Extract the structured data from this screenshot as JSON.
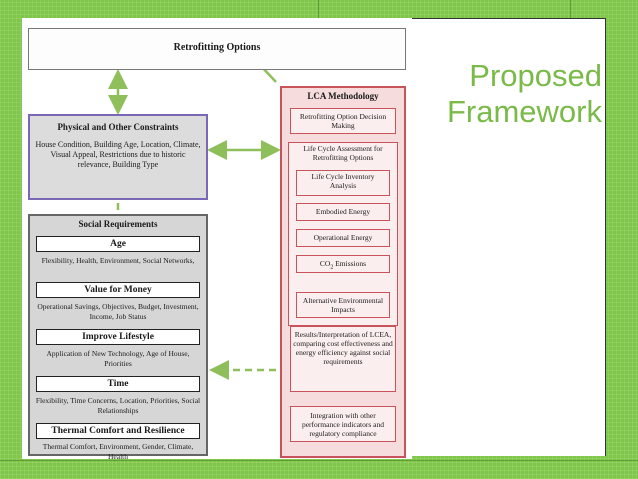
{
  "slide": {
    "title_line1": "Proposed",
    "title_line2": "Framework",
    "colors": {
      "background": "#7fc64a",
      "title": "#7aba48",
      "lca_border": "#c8535a",
      "constraints_border": "#7a68b6",
      "arrow": "#8fbf5a"
    }
  },
  "diagram": {
    "retrofitting_options": "Retrofitting Options",
    "constraints": {
      "heading": "Physical and Other Constraints",
      "body": "House Condition, Building Age, Location, Climate, Visual Appeal, Restrictions due to historic relevance, Building Type"
    },
    "social": {
      "heading": "Social Requirements",
      "items": [
        {
          "label": "Age",
          "desc": "Flexibility, Health, Environment, Social Networks,"
        },
        {
          "label": "Value for Money",
          "desc": "Operational Savings, Objectives, Budget, Investment, Income, Job Status"
        },
        {
          "label": "Improve Lifestyle",
          "desc": "Application of New Technology, Age of House, Priorities"
        },
        {
          "label": "Time",
          "desc": "Flexibility, Time Concerns, Location, Priorities, Social Relationships"
        },
        {
          "label": "Thermal Comfort and Resilience",
          "desc": "Thermal Comfort, Environment, Gender, Climate, Health"
        }
      ]
    },
    "lca": {
      "heading": "LCA Methodology",
      "decision": "Retrofitting Option Decision Making",
      "assessment": "Life Cycle Assessment for Retrofitting Options",
      "inventory": "Life Cycle Inventory Analysis",
      "embodied": "Embodied Energy",
      "operational": "Operational Energy",
      "co2_prefix": "CO",
      "co2_sub": "2",
      "co2_suffix": " Emissions",
      "alternative": "Alternative Environmental Impacts",
      "results": "Results/Interpretation of LCEA, comparing cost effectiveness and energy efficiency against social requirements",
      "integration": "Integration with other performance indicators and regulatory compliance"
    }
  }
}
